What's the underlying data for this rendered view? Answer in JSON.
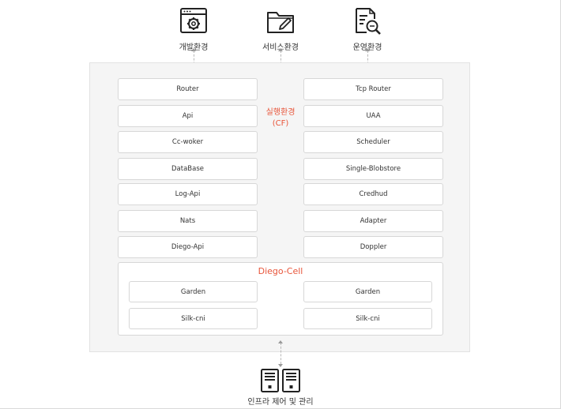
{
  "environments": {
    "dev": "개발환경",
    "service": "서비스환경",
    "ops": "운영환경"
  },
  "execution_env": {
    "line1": "실행환경",
    "line2": "(CF)"
  },
  "left_components": [
    "Router",
    "Api",
    "Cc-woker",
    "DataBase",
    "Log-Api",
    "Nats",
    "Diego-Api"
  ],
  "right_components": [
    "Tcp Router",
    "UAA",
    "Scheduler",
    "Single-Blobstore",
    "Credhud",
    "Adapter",
    "Doppler"
  ],
  "diego_cell": {
    "title": "Diego-Cell",
    "left": [
      "Garden",
      "Silk-cni"
    ],
    "right": [
      "Garden",
      "Silk-cni"
    ]
  },
  "infra_label": "인프라 제어 및 관리",
  "colors": {
    "accent": "#e8553a",
    "panel_bg": "#f5f5f5",
    "box_border": "#d7d7d7"
  }
}
